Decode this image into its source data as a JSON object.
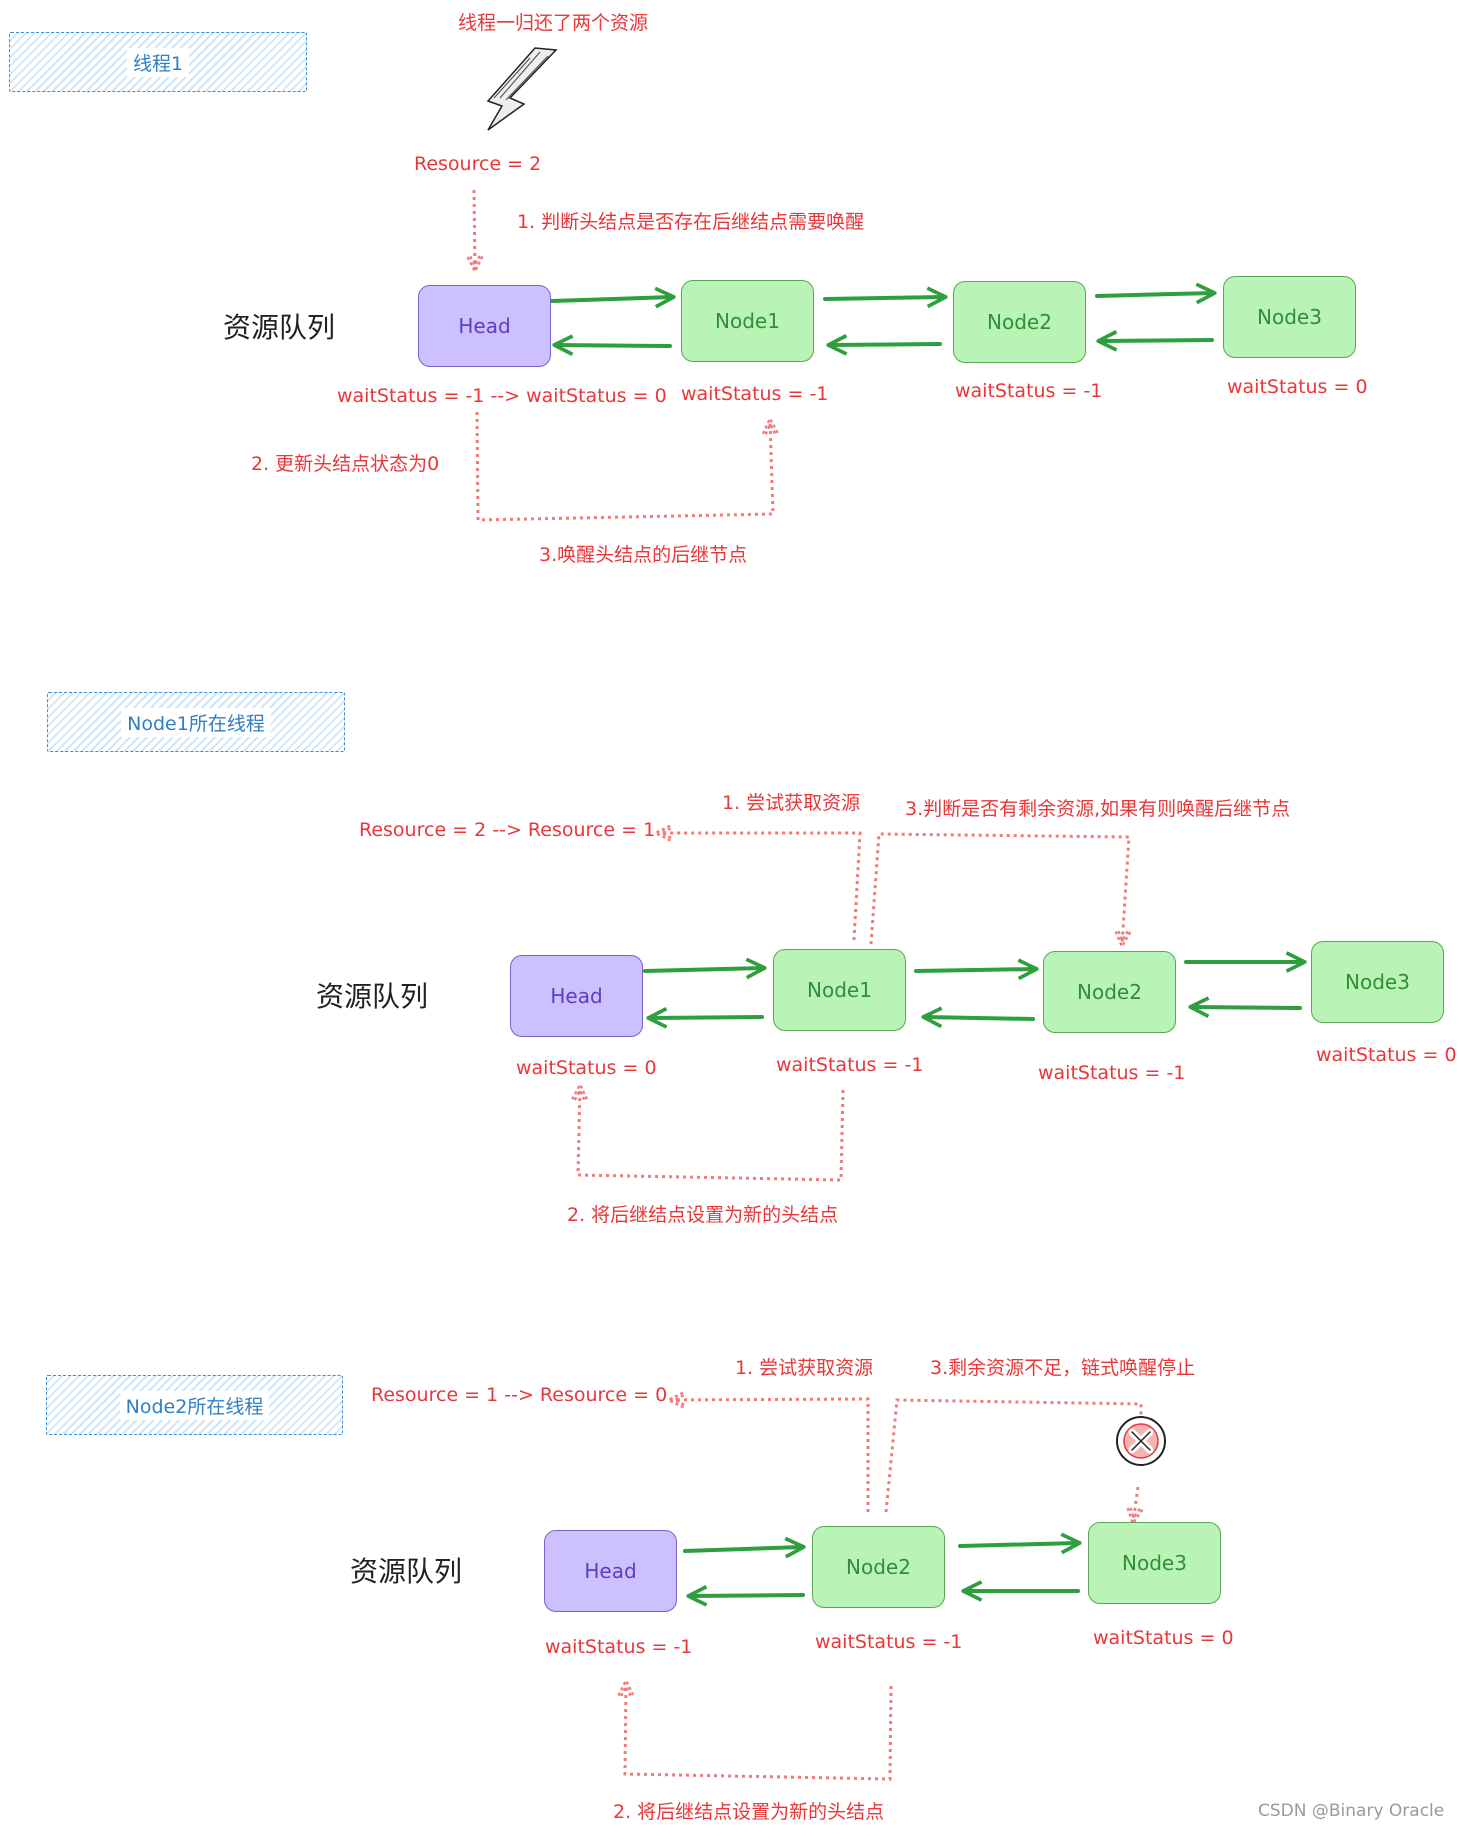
{
  "queue_label": "资源队列",
  "section1": {
    "thread": "线程1",
    "top_note": "线程一归还了两个资源",
    "resource": "Resource = 2",
    "step1": "1. 判断头结点是否存在后继结点需要唤醒",
    "step2": "2. 更新头结点状态为0",
    "step3": "3.唤醒头结点的后继节点",
    "nodes": [
      "Head",
      "Node1",
      "Node2",
      "Node3"
    ],
    "wait": [
      "waitStatus = -1 --> waitStatus = 0",
      "waitStatus = -1",
      "waitStatus = -1",
      "waitStatus = 0"
    ]
  },
  "section2": {
    "thread": "Node1所在线程",
    "resource": "Resource = 2  --> Resource = 1",
    "step1": "1. 尝试获取资源",
    "step3": "3.判断是否有剩余资源,如果有则唤醒后继节点",
    "step2": "2. 将后继结点设置为新的头结点",
    "nodes": [
      "Head",
      "Node1",
      "Node2",
      "Node3"
    ],
    "wait": [
      "waitStatus = 0",
      "waitStatus = -1",
      "waitStatus = -1",
      "waitStatus = 0"
    ]
  },
  "section3": {
    "thread": "Node2所在线程",
    "resource": "Resource = 1  --> Resource = 0",
    "step1": "1. 尝试获取资源",
    "step3": "3.剩余资源不足，链式唤醒停止",
    "step2": "2. 将后继结点设置为新的头结点",
    "nodes": [
      "Head",
      "Node2",
      "Node3"
    ],
    "wait": [
      "waitStatus = -1",
      "waitStatus = -1",
      "waitStatus = 0"
    ]
  },
  "watermark": "CSDN @Binary Oracle",
  "colors": {
    "annotation": "#e8373a",
    "dotted_arrow": "#f07a7a",
    "link_arrow": "#2e9e3e",
    "head_fill": "#ccc0ff",
    "node_fill": "#b9f3b6",
    "thread_box": "#3b8fd6"
  }
}
